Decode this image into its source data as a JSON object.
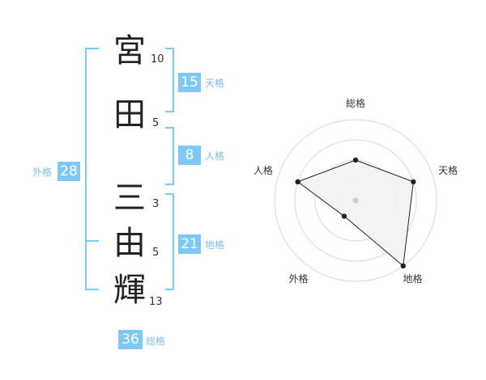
{
  "name": {
    "characters": [
      {
        "char": "宮",
        "strokes": "10"
      },
      {
        "char": "田",
        "strokes": "5"
      },
      {
        "char": "三",
        "strokes": "3"
      },
      {
        "char": "由",
        "strokes": "5"
      },
      {
        "char": "輝",
        "strokes": "13"
      }
    ]
  },
  "fortunes": {
    "tenkaku": {
      "label": "天格",
      "value": "15"
    },
    "jinkaku": {
      "label": "人格",
      "value": "8"
    },
    "chikaku": {
      "label": "地格",
      "value": "21"
    },
    "gaikaku": {
      "label": "外格",
      "value": "28"
    },
    "soukaku": {
      "label": "総格",
      "value": "36"
    }
  },
  "colors": {
    "accent": "#7dc8f7",
    "bracket": "#7dc8f7",
    "label": "#7dc0ec",
    "radar_fill": "#f2f2f2",
    "radar_ring": "#d9d9d9"
  },
  "chart_data": {
    "type": "radar",
    "axes": [
      "総格",
      "天格",
      "地格",
      "外格",
      "人格"
    ],
    "values": [
      0.5,
      0.75,
      1.0,
      0.24,
      0.75
    ],
    "range": [
      0,
      1
    ],
    "rings": 4,
    "grid": true,
    "legend": "none"
  }
}
